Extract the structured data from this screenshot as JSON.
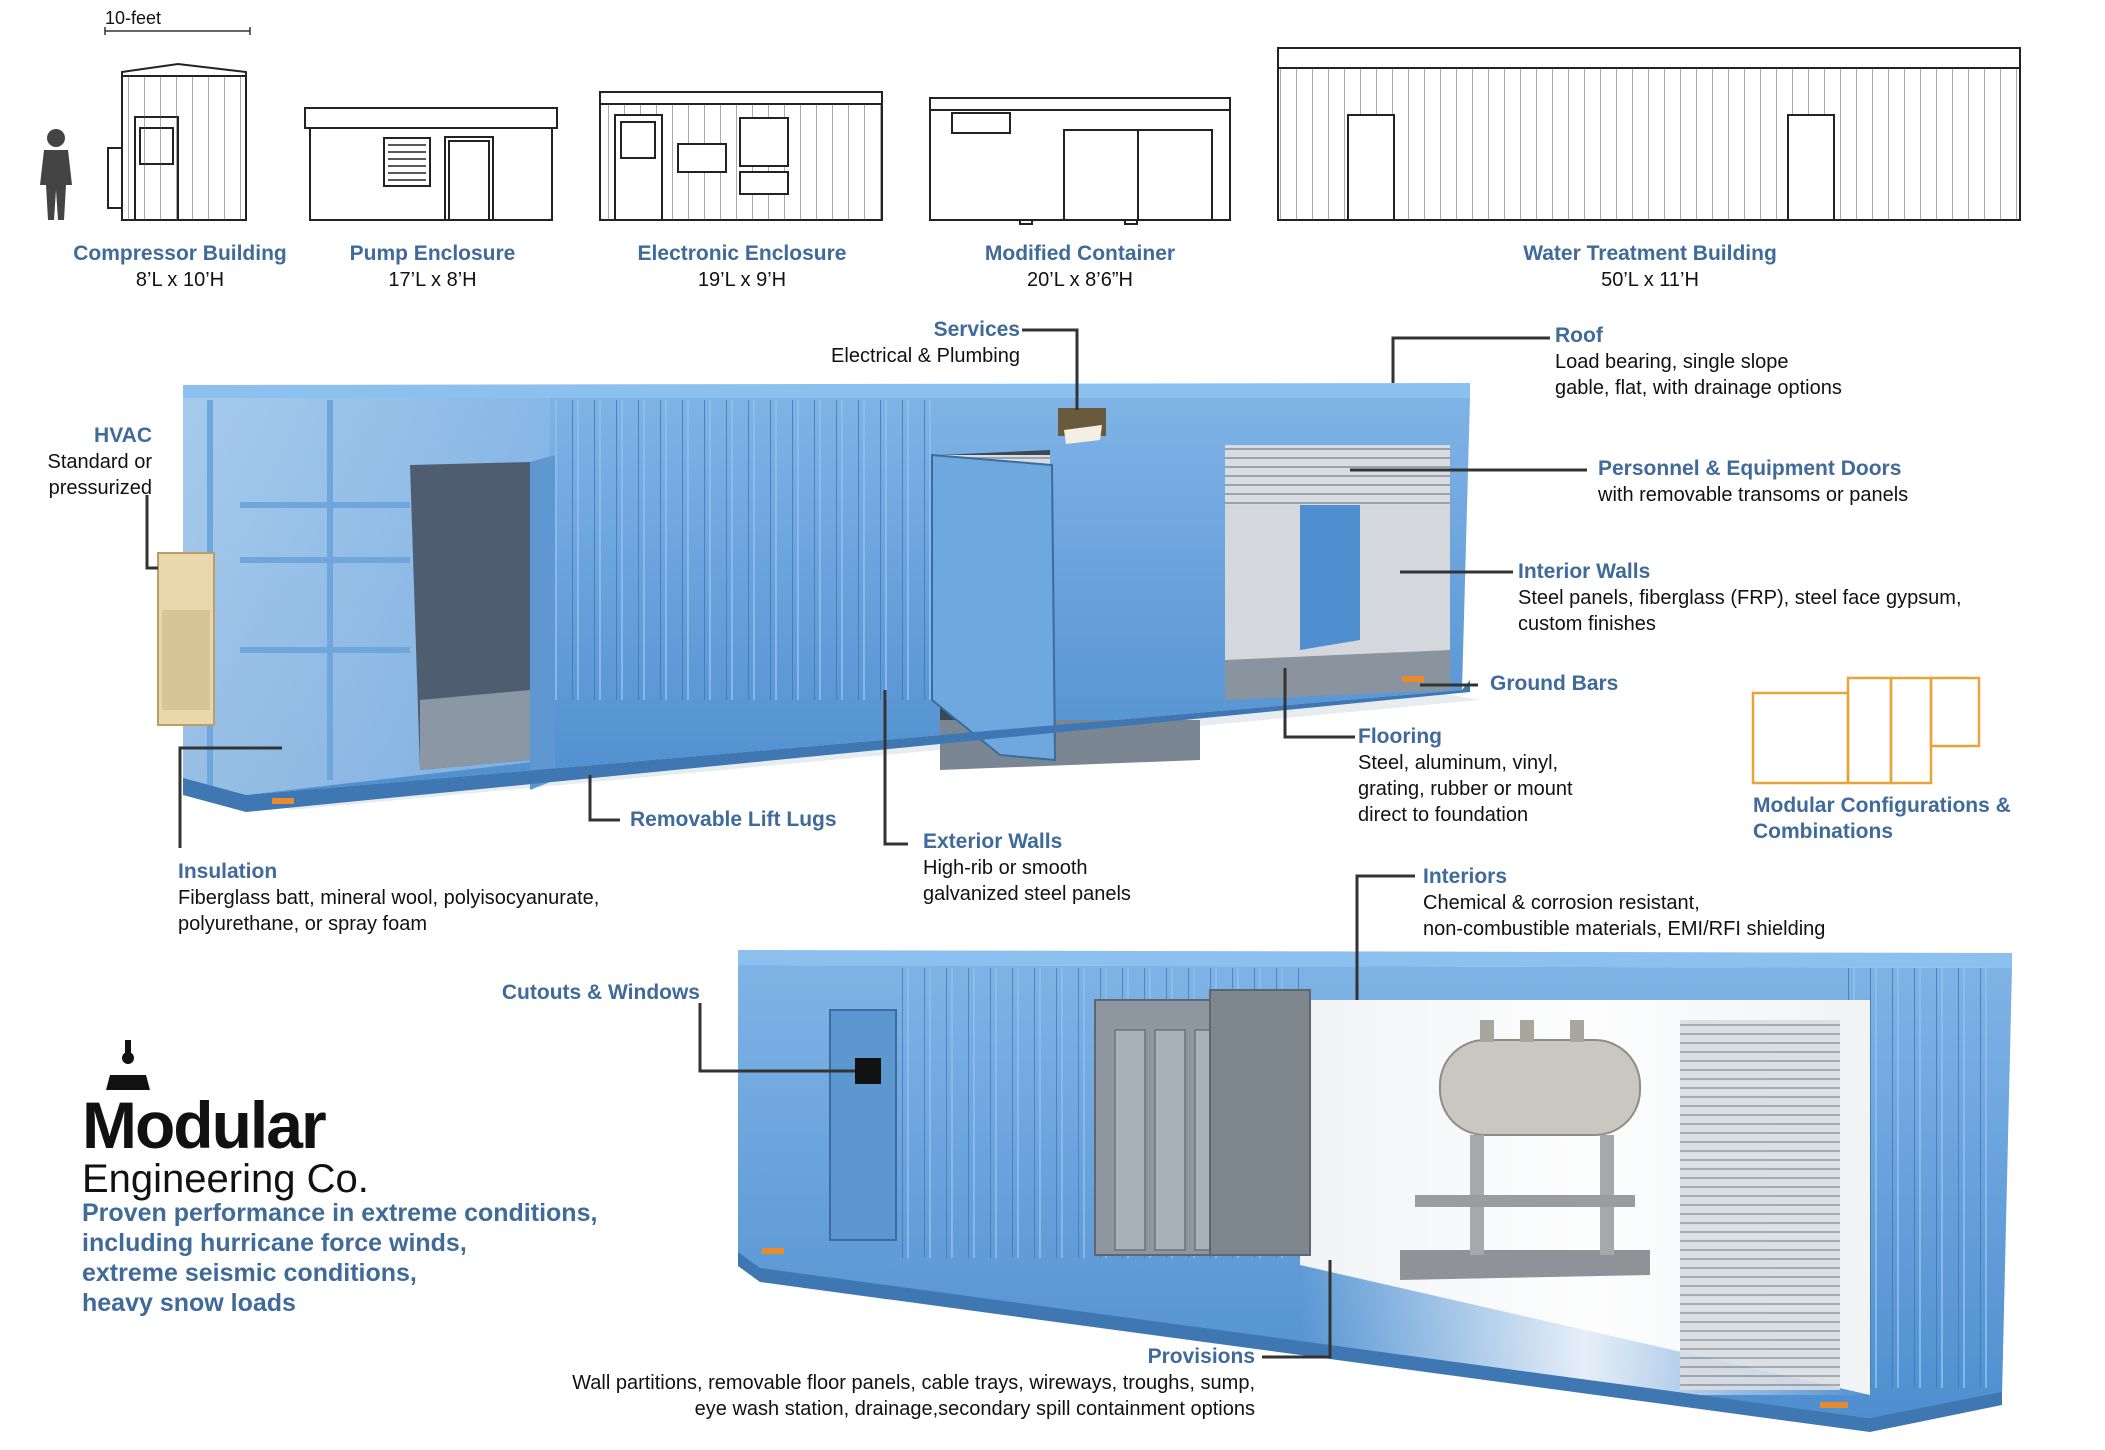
{
  "scale": {
    "label": "10-feet"
  },
  "buildings": [
    {
      "name": "Compressor Building",
      "dims": "8’L x 10’H"
    },
    {
      "name": "Pump Enclosure",
      "dims": "17’L x 8’H"
    },
    {
      "name": "Electronic Enclosure",
      "dims": "19’L x 9’H"
    },
    {
      "name": "Modified Container",
      "dims": "20’L x 8’6”H"
    },
    {
      "name": "Water Treatment Building",
      "dims": "50’L x 11’H"
    }
  ],
  "callouts": {
    "services": {
      "title": "Services",
      "desc": [
        "Electrical & Plumbing"
      ]
    },
    "roof": {
      "title": "Roof",
      "desc": [
        "Load bearing, single slope",
        "gable, flat, with drainage options"
      ]
    },
    "hvac": {
      "title": "HVAC",
      "desc": [
        "Standard or",
        "pressurized"
      ]
    },
    "doors": {
      "title": "Personnel & Equipment Doors",
      "desc": [
        "with removable transoms or panels"
      ]
    },
    "interior_walls": {
      "title": "Interior Walls",
      "desc": [
        "Steel panels, fiberglass (FRP), steel face gypsum,",
        "custom finishes"
      ]
    },
    "ground_bars": {
      "title": "Ground Bars",
      "desc": []
    },
    "flooring": {
      "title": "Flooring",
      "desc": [
        "Steel, aluminum, vinyl,",
        "grating, rubber or mount",
        "direct to foundation"
      ]
    },
    "modular": {
      "title": [
        "Modular Configurations &",
        "Combinations"
      ]
    },
    "lift_lugs": {
      "title": "Removable Lift Lugs"
    },
    "exterior_walls": {
      "title": "Exterior Walls",
      "desc": [
        "High-rib or smooth",
        "galvanized steel panels"
      ]
    },
    "insulation": {
      "title": "Insulation",
      "desc": [
        "Fiberglass batt, mineral wool, polyisocyanurate,",
        "polyurethane, or spray foam"
      ]
    },
    "interiors": {
      "title": "Interiors",
      "desc": [
        "Chemical & corrosion resistant,",
        "non-combustible materials, EMI/RFI shielding"
      ]
    },
    "cutouts": {
      "title": "Cutouts & Windows"
    },
    "provisions": {
      "title": "Provisions",
      "desc": [
        "Wall partitions, removable floor panels, cable trays, wireways, troughs, sump,",
        "eye wash station, drainage,secondary spill containment options"
      ]
    }
  },
  "logo": {
    "main": "Modular",
    "sub": "Engineering Co."
  },
  "tagline": [
    "Proven performance in extreme conditions,",
    "including hurricane force winds,",
    "extreme seismic conditions,",
    "heavy snow loads"
  ],
  "colors": {
    "accent": "#3f6a9a",
    "building_blue": "#5b9bd5",
    "orange": "#e8a33a"
  }
}
